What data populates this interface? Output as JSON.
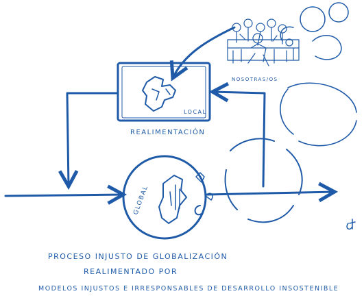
{
  "colors": {
    "ink": "#1e5aa8",
    "background": "#ffffff"
  },
  "labels": {
    "local": "LOCAL",
    "realimentacion": "REALIMENTACIÓN",
    "global": "GLOBAL",
    "nosotros": "NOSOTRAS/OS"
  },
  "caption": {
    "line1": "PROCESO INJUSTO DE GLOBALIZACIÓN",
    "line2": "REALIMENTADO POR",
    "line3": "MODELOS INJUSTOS E IRRESPONSABLES DE DESARROLLO INSOSTENIBLE"
  },
  "icons": [
    "map-sketch-icon",
    "people-group-icon",
    "world-map-icon",
    "signature-icon"
  ]
}
